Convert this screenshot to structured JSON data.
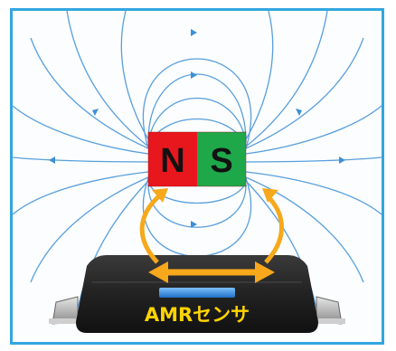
{
  "magnet": {
    "north_label": "N",
    "south_label": "S",
    "north_color": "#e8171d",
    "south_color": "#1fa84a"
  },
  "sensor": {
    "label": "AMRセンサ",
    "label_color": "#ffd400",
    "body_color": "#2a2a2a",
    "element_color": "#2e86de"
  },
  "arrows": {
    "color": "#f7a81b"
  },
  "field_lines": {
    "color": "#3d8fd6"
  },
  "frame": {
    "border_color": "#33a6df"
  }
}
